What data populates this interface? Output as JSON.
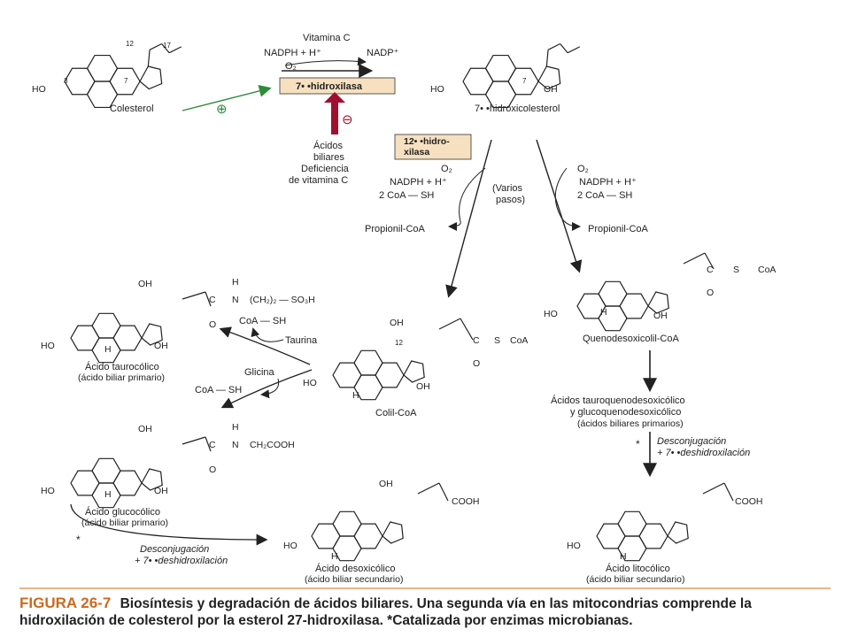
{
  "figure": {
    "label": "FIGURA 26-7",
    "caption": "Biosíntesis y degradación de ácidos biliares. Una segunda vía en las mitocondrias comprende la hidroxilación de colesterol por la esterol 27-hidroxilasa. *Catalizada por enzimas microbianas."
  },
  "compounds": {
    "colesterol": "Colesterol",
    "hidroxicolesterol": "7• •hidroxicolesterol",
    "colil_coa": "Colil-CoA",
    "quenodesoxicolil_coa": "Quenodesoxicolil-CoA",
    "taurocolico": "Ácido taurocólico",
    "taurocolico_sub": "(ácido biliar primario)",
    "glucocolico": "Ácido glucocólico",
    "glucocolico_sub": "(ácido biliar primario)",
    "desoxicolico": "Ácido desoxicólico",
    "desoxicolico_sub": "(ácido biliar secundario)",
    "litocolico": "Ácido litocólico",
    "litocolico_sub": "(ácido biliar secundario)",
    "tauroqueno_1": "Ácidos tauroquenodesoxicólico",
    "tauroqueno_2": "y glucoquenodesoxicólico",
    "tauroqueno_3": "(ácidos biliares primarios)"
  },
  "enzymes": {
    "hidroxilasa_7": "7• •hidroxilasa",
    "hidroxilasa_12_a": "12• •hidro-",
    "hidroxilasa_12_b": "xilasa"
  },
  "reagents": {
    "vitamina_c": "Vitamina C",
    "nadph_h": "NADPH + H⁺",
    "nadp": "NADP⁺",
    "o2": "O₂",
    "coa_sh": "2 CoA — SH",
    "propionil": "Propionil-CoA",
    "varios_1": "(Varios",
    "varios_2": "pasos)",
    "taurina": "Taurina",
    "glicina": "Glicina",
    "coash_single": "CoA — SH",
    "desconj": "Desconjugación",
    "deshidrox": "+ 7• •deshidroxilación",
    "asterisk": "*"
  },
  "regulation": {
    "plus": "⊕",
    "minus": "⊖",
    "inhib_1": "Ácidos",
    "inhib_2": "biliares",
    "inhib_3": "Deficiencia",
    "inhib_4": "de vitamina C"
  },
  "groups": {
    "ho": "HO",
    "oh": "OH",
    "h": "H",
    "cooh": "COOH",
    "o": "O",
    "c": "C",
    "n": "N",
    "s": "S",
    "coa": "CoA",
    "taurine_tail": "(CH₂)₂ — SO₃H",
    "glycine_tail": "CH₂COOH",
    "n3": "3",
    "n7": "7",
    "n12": "12",
    "n17": "17"
  },
  "colors": {
    "activator": "#2e8b3a",
    "inhibitor": "#a0102e",
    "enzyme_box": "#f6e0c0",
    "caption_label": "#cc6a1e"
  }
}
